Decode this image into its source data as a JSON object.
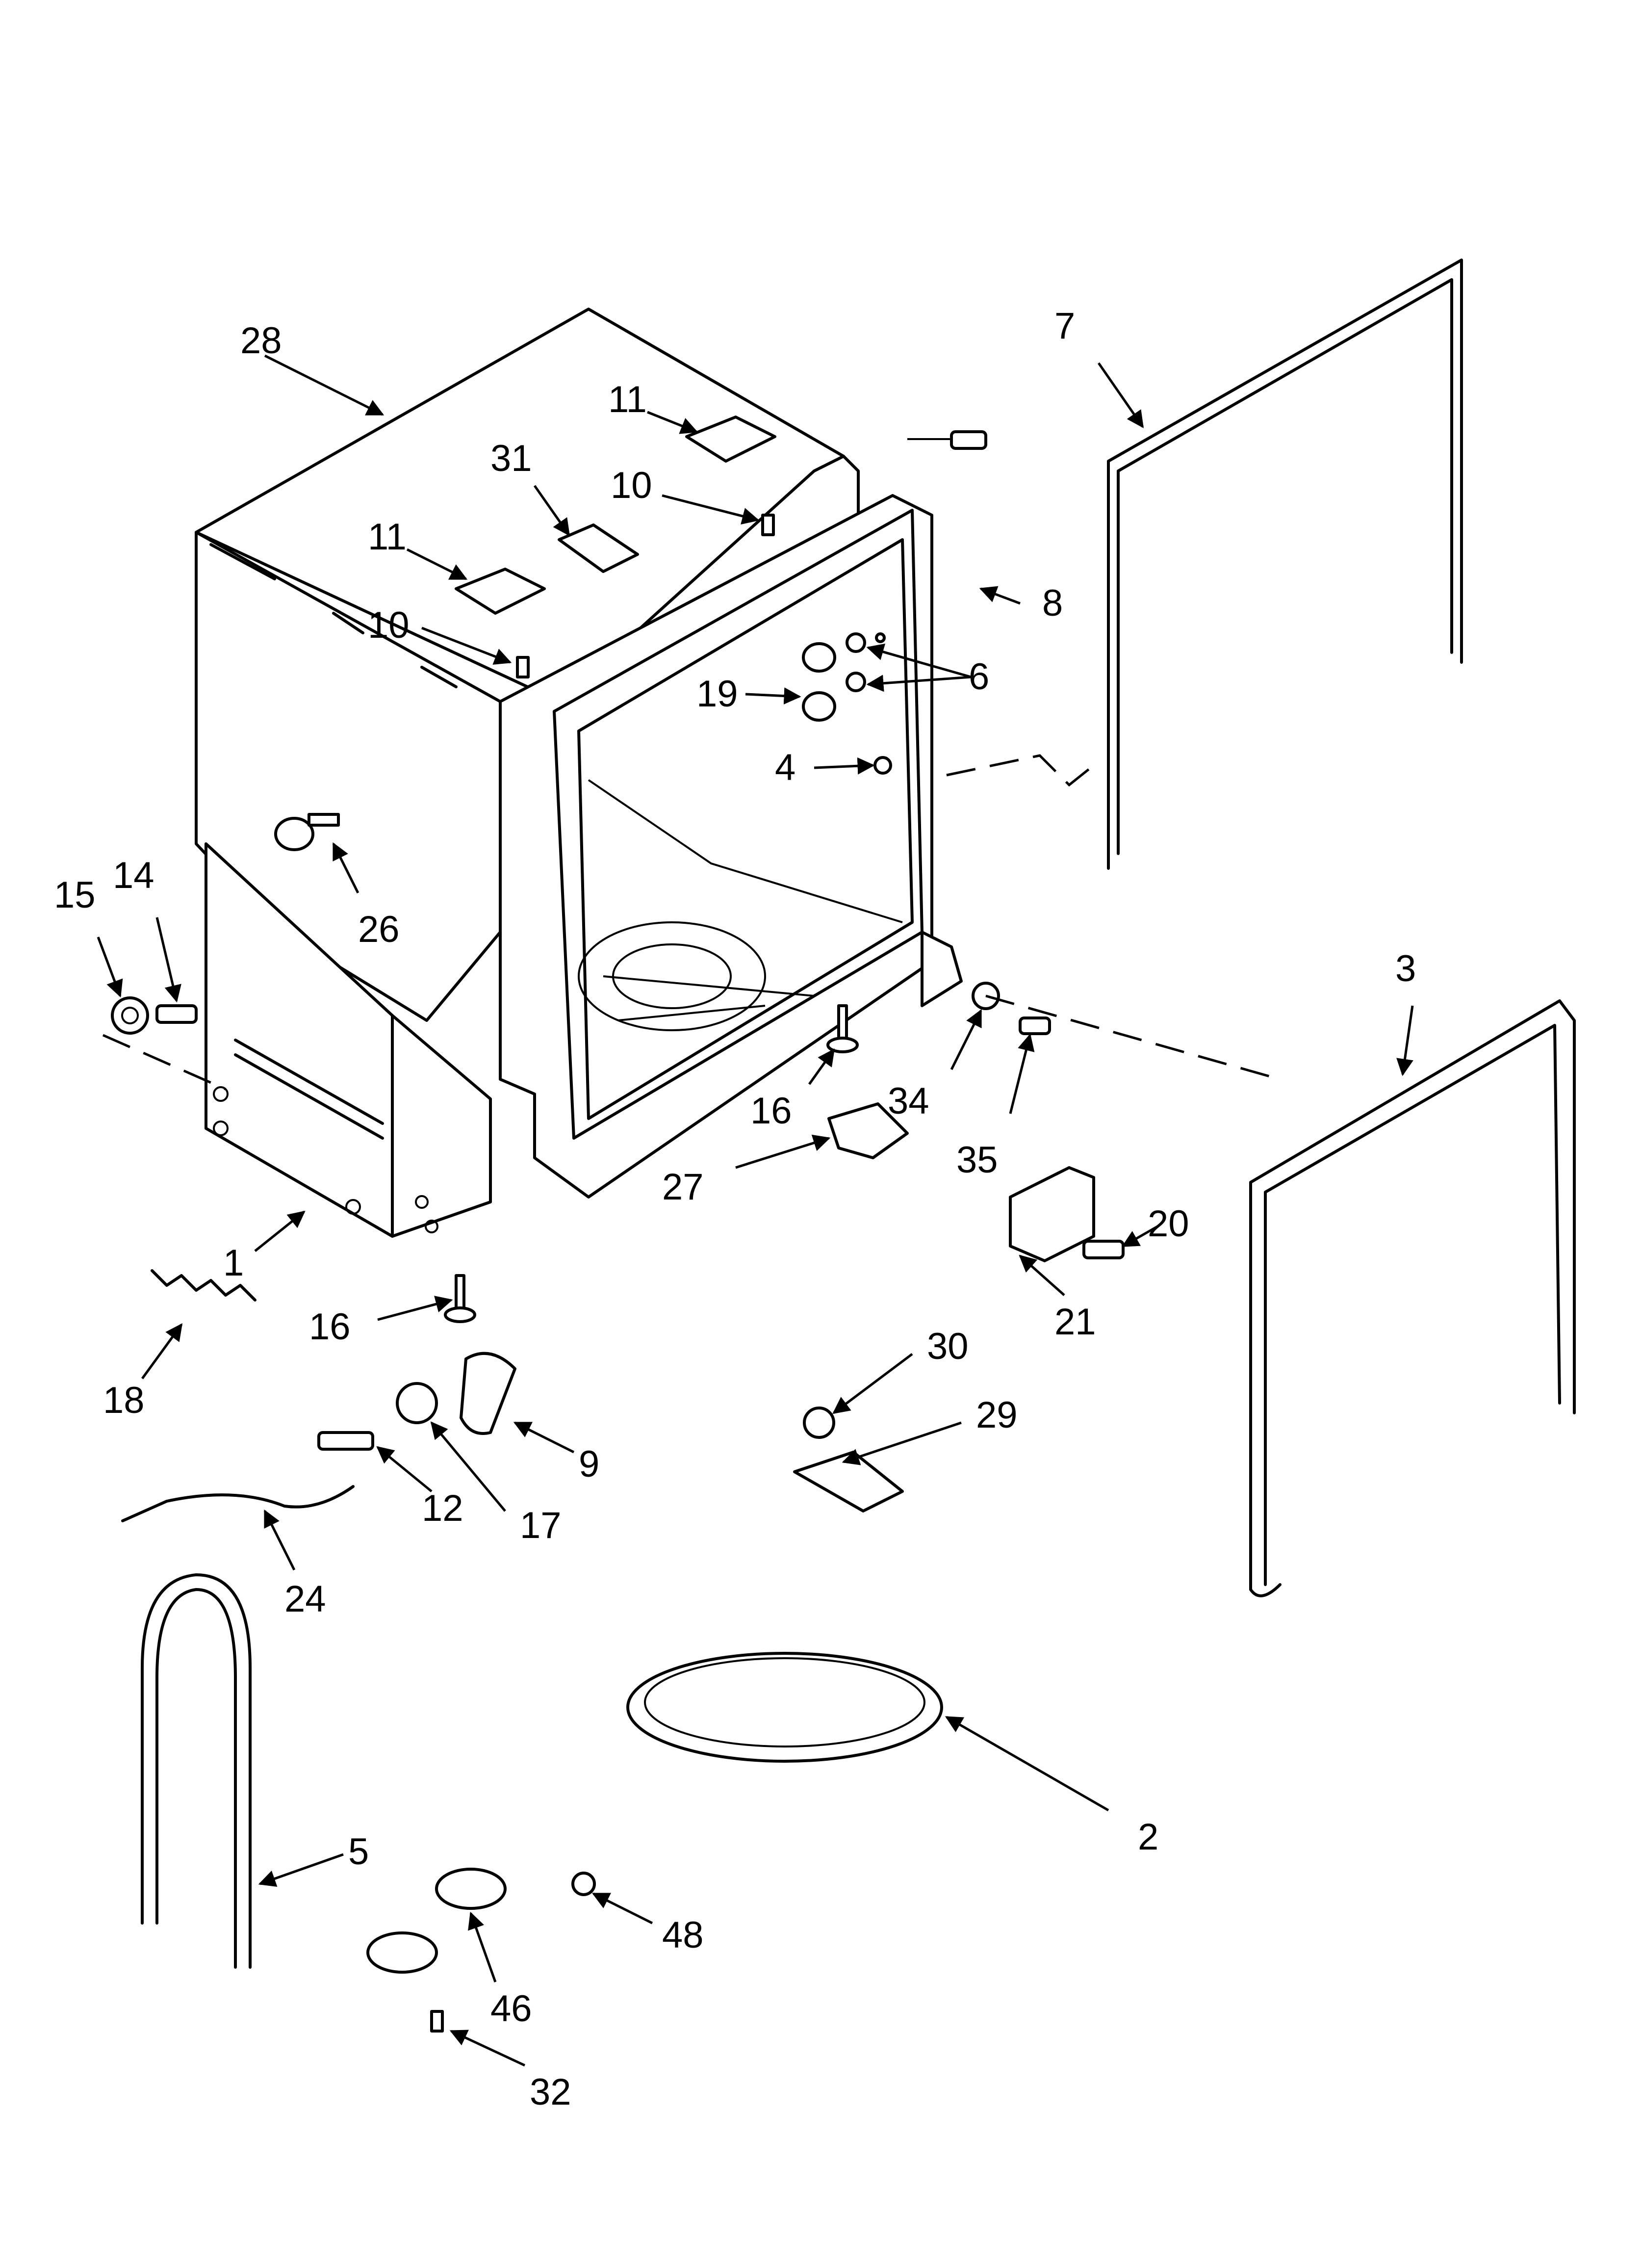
{
  "diagram": {
    "callouts": [
      "28",
      "11",
      "31",
      "10",
      "11",
      "10",
      "7",
      "8",
      "6",
      "19",
      "4",
      "26",
      "15",
      "14",
      "3",
      "16",
      "34",
      "27",
      "35",
      "1",
      "20",
      "21",
      "16",
      "18",
      "30",
      "9",
      "29",
      "12",
      "17",
      "24",
      "2",
      "5",
      "48",
      "46",
      "32"
    ]
  }
}
